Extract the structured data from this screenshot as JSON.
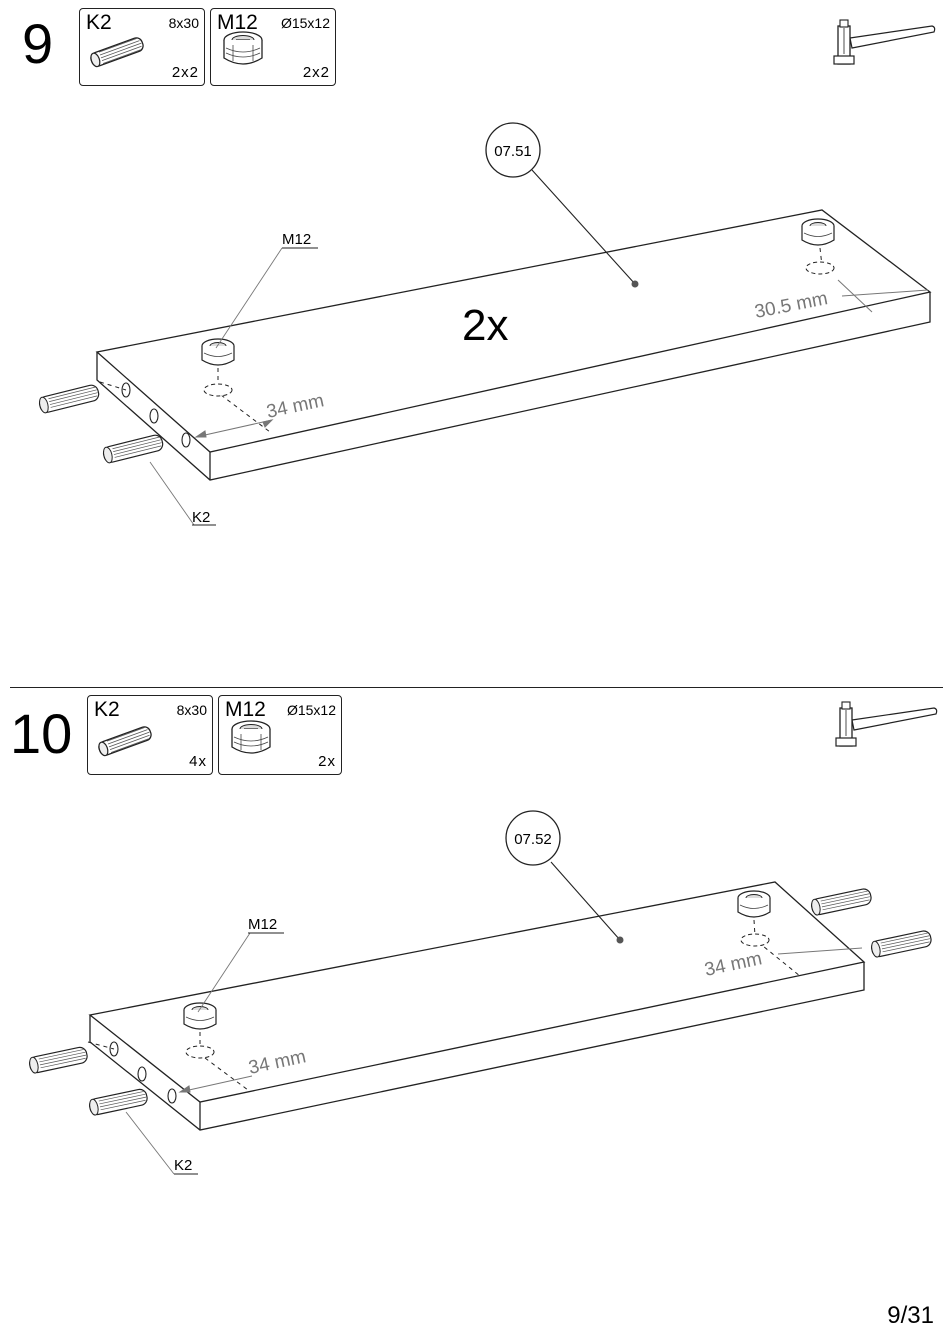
{
  "steps": [
    {
      "number": "9",
      "parts": [
        {
          "code": "K2",
          "size": "8x30",
          "qty": "2x2",
          "icon": "dowel-icon"
        },
        {
          "code": "M12",
          "size": "Ø15x12",
          "qty": "2x2",
          "icon": "cam-lock-icon"
        }
      ],
      "tool": "hammer-icon",
      "panel_ref": "07.51",
      "multiplier": "2x",
      "callouts": {
        "cam": "M12",
        "dowel": "K2"
      },
      "dimensions": {
        "left": "34 mm",
        "right": "30.5 mm"
      }
    },
    {
      "number": "10",
      "parts": [
        {
          "code": "K2",
          "size": "8x30",
          "qty": "4x",
          "icon": "dowel-icon"
        },
        {
          "code": "M12",
          "size": "Ø15x12",
          "qty": "2x",
          "icon": "cam-lock-icon"
        }
      ],
      "tool": "hammer-icon",
      "panel_ref": "07.52",
      "callouts": {
        "cam": "M12",
        "dowel": "K2"
      },
      "dimensions": {
        "left": "34 mm",
        "right": "34 mm"
      }
    }
  ],
  "page": "9/31",
  "colors": {
    "line": "#222222",
    "dimension": "#777777"
  }
}
